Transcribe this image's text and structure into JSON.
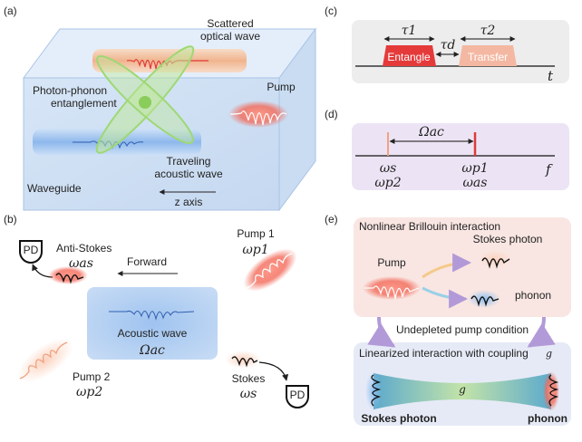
{
  "panel_a": {
    "tag": "(a)",
    "scattered": "Scattered",
    "optical_wave": "optical wave",
    "pump": "Pump",
    "photon_phonon": "Photon-phonon",
    "entanglement": "entanglement",
    "traveling": "Traveling",
    "acoustic_wave": "acoustic wave",
    "waveguide": "Waveguide",
    "z_axis": "z axis"
  },
  "panel_b": {
    "tag": "(b)",
    "pd_left": "PD",
    "anti_stokes": "Anti-Stokes",
    "omega_as": "ωas",
    "forward": "Forward",
    "pump1": "Pump 1",
    "omega_p1": "ωp1",
    "acoustic_wave": "Acoustic wave",
    "omega_ac": "Ωac",
    "pump2": "Pump 2",
    "omega_p2": "ωp2",
    "stokes": "Stokes",
    "omega_s": "ωs",
    "pd_right": "PD"
  },
  "panel_c": {
    "tag": "(c)",
    "tau1": "τ1",
    "tau2": "τ2",
    "taud": "τd",
    "entangle": "Entangle",
    "transfer": "Transfer",
    "t": "t"
  },
  "panel_d": {
    "tag": "(d)",
    "omega_ac": "Ωac",
    "omega_s": "ωs",
    "omega_p2": "ωp2",
    "omega_p1": "ωp1",
    "omega_as": "ωas",
    "f": "f"
  },
  "panel_e": {
    "tag": "(e)",
    "title": "Nonlinear Brillouin interaction",
    "pump": "Pump",
    "stokes_photon": "Stokes photon",
    "phonon": "phonon",
    "condition": "Undepleted pump condition",
    "linearized": "Linearized interaction with coupling",
    "g_symbol": "g",
    "g_center": "g",
    "stokes_photon_bottom": "Stokes photon",
    "phonon_bottom": "phonon"
  },
  "colors": {
    "red": "#e03a3a",
    "blue": "#4a86d8",
    "green": "#8fd86a",
    "peach": "#f4b49a",
    "purple_bg": "#ece4f4",
    "gray_bg": "#ededed",
    "pink_bg": "#f9e6e2"
  }
}
